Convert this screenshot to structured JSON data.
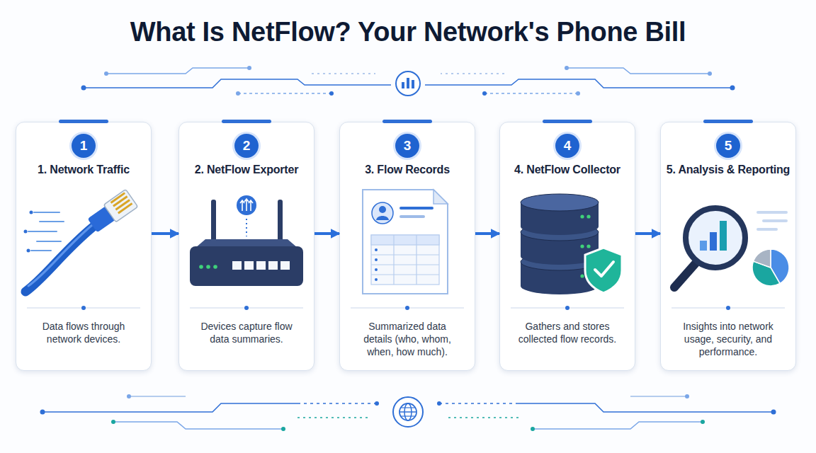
{
  "diagram": {
    "title": "What Is NetFlow? Your Network's Phone Bill",
    "nodes": [
      {
        "text": [
          "1. Network Traffic",
          "Data flows through network devices."
        ]
      },
      {
        "text": [
          "1"
        ],
        "in": 0
      },
      {
        "text": [
          "2. NetFlow Exporter",
          "Devices capture flow data summaries."
        ]
      },
      {
        "text": [
          "2"
        ],
        "in": 2
      },
      {
        "text": [
          "3. Flow Records",
          "Summarized data details (who, whom, when, how much)."
        ]
      },
      {
        "text": [
          "3"
        ],
        "in": 4
      },
      {
        "text": [
          "4. NetFlow Collector",
          "Gathers and stores collected flow records."
        ]
      },
      {
        "text": [
          "4"
        ],
        "in": 6
      },
      {
        "text": [
          "5. Analysis & Reporting",
          "Insights into network usage, security, and performance."
        ]
      },
      {
        "text": [
          "5"
        ],
        "in": 8
      }
    ],
    "edges": [
      {
        "from": 0,
        "to": 2,
        "arrow": "to"
      },
      {
        "from": 2,
        "to": 4,
        "arrow": "to"
      },
      {
        "from": 4,
        "to": 6,
        "arrow": "to"
      },
      {
        "from": 6,
        "to": 8,
        "arrow": "to"
      }
    ]
  }
}
